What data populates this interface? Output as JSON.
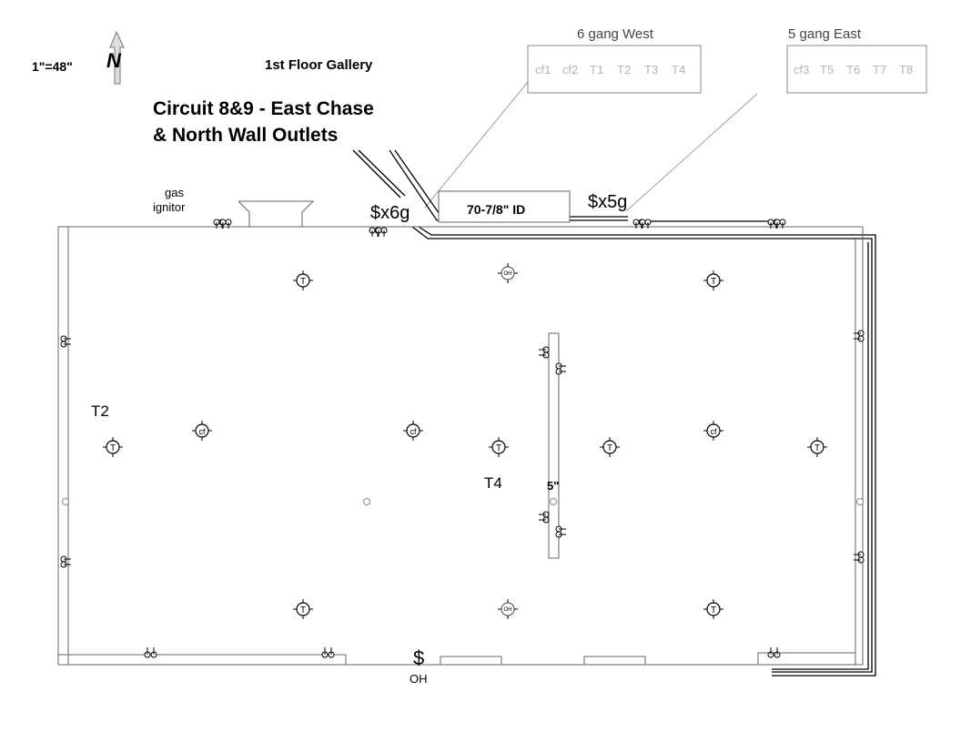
{
  "header": {
    "scale": "1\"=48\"",
    "north": "N",
    "title": "1st Floor Gallery",
    "circuit_line1": "Circuit 8&9 - East Chase",
    "circuit_line2": "& North Wall Outlets"
  },
  "gangs": {
    "west": {
      "title": "6 gang West",
      "items": [
        "cf1",
        "cf2",
        "T1",
        "T2",
        "T3",
        "T4"
      ]
    },
    "east": {
      "title": "5 gang East",
      "items": [
        "cf3",
        "T5",
        "T6",
        "T7",
        "T8"
      ]
    }
  },
  "labels": {
    "gas": "gas",
    "ignitor": "ignitor",
    "switch_6g": "$x6g",
    "switch_5g": "$x5g",
    "duct": "70-7/8\" ID",
    "t2": "T2",
    "t4": "T4",
    "five_in": "5\"",
    "switch_oh": "$",
    "oh": "OH"
  },
  "fixture_labels": {
    "track": "T",
    "fan": "cf",
    "overhead": "OH"
  },
  "colors": {
    "line": "#000000",
    "faint": "#a0a0a0",
    "gang_text": "#b4b4b4"
  }
}
